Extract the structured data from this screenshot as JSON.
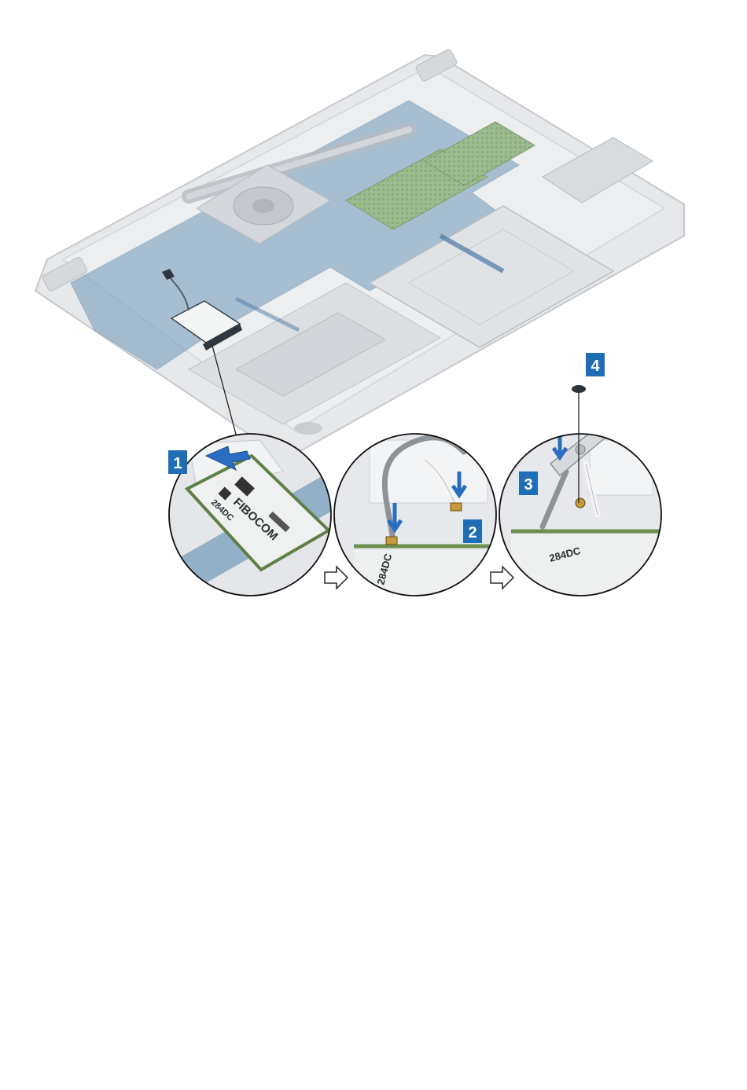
{
  "diagram": {
    "colors": {
      "callout_blue": "#1f6db5",
      "arrow_blue": "#2b6ec1",
      "board_blue": "#5f8fb3",
      "chassis": "#e3e5e7",
      "chassis_edge": "#c8cbcf",
      "card_green": "#7fa05a",
      "card_body": "#eef0ef",
      "cable_gray": "#8e9398",
      "ram_green": "#9dbb8e"
    },
    "steps": [
      {
        "number": "1"
      },
      {
        "number": "2"
      },
      {
        "number": "3"
      },
      {
        "number": "4"
      }
    ],
    "card_label": {
      "brand": "FIBOCOM",
      "model": "284DC"
    },
    "transition_icon": "hollow-right-arrow-icon"
  }
}
